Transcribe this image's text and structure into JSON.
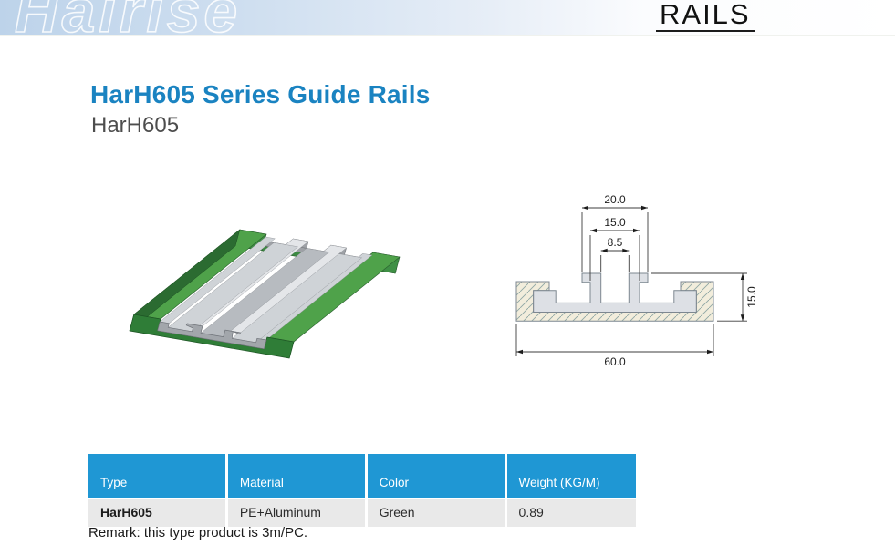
{
  "header": {
    "logo_watermark": "Hairise",
    "section_label": "RAILS"
  },
  "page": {
    "title": "HarH605 Series Guide Rails",
    "subtitle": "HarH605"
  },
  "drawing": {
    "dim_top_outer": "20.0",
    "dim_top_mid": "15.0",
    "dim_top_inner": "8.5",
    "dim_height": "15.0",
    "dim_width": "60.0"
  },
  "table": {
    "columns": [
      "Type",
      "Material",
      "Color",
      "Weight (KG/M)"
    ],
    "rows": [
      [
        "HarH605",
        "PE+Aluminum",
        "Green",
        "0.89"
      ]
    ]
  },
  "remark": "Remark: this type product is 3m/PC.",
  "colors": {
    "accent_blue": "#1a83c1",
    "table_header_blue": "#1f97d4",
    "rail_green": "#4fa24a",
    "profile_gray": "#a2a6ab",
    "hatch_fill": "#f2eddc"
  }
}
